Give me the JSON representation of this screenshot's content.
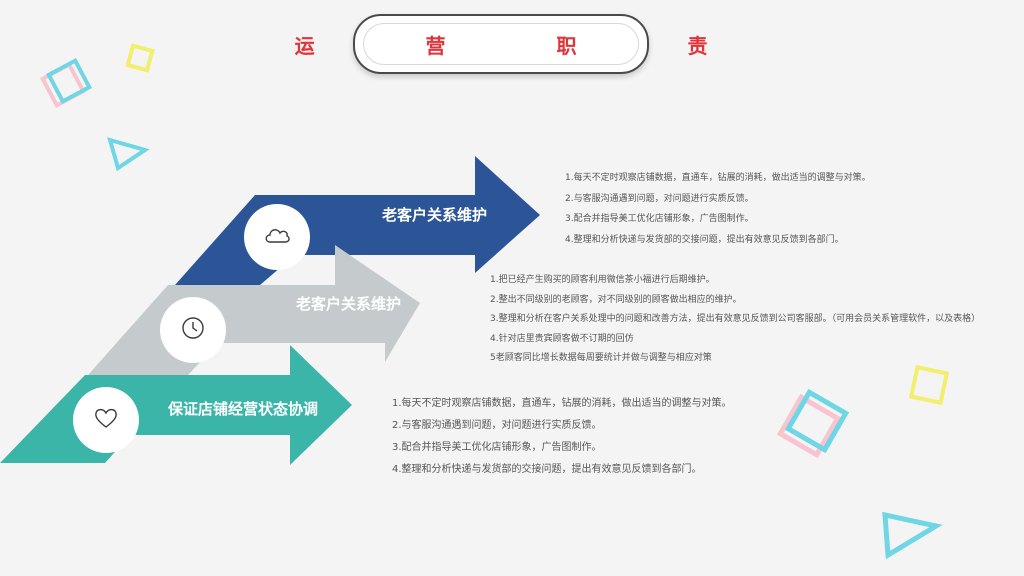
{
  "title": "运 营 职 责",
  "colors": {
    "accent_red": "#e0343a",
    "arrow_blue": "#2c5598",
    "arrow_gray": "#c5cbcc",
    "arrow_teal": "#3cb5a9",
    "deco_cyan": "#6fd6e6",
    "deco_yellow": "#f2ee6e",
    "deco_pink": "#f7c4cf"
  },
  "steps": [
    {
      "label": "老客户关系维护",
      "icon": "cloud-icon",
      "items": [
        "1.每天不定时观察店铺数据，直通车，钻展的消耗，做出适当的调整与对策。",
        "2.与客服沟通遇到问题，对问题进行实质反馈。",
        "3.配合并指导美工优化店铺形象，广告图制作。",
        "4.整理和分析快递与发货部的交接问题，提出有效意见反馈到各部门。"
      ]
    },
    {
      "label": "老客户关系维护",
      "icon": "clock-icon",
      "items": [
        "1.把已经产生购买的顾客利用微信茶小福进行后期维护。",
        "2.整出不同级别的老顾客，对不同级别的顾客做出相应的维护。",
        "3.整理和分析在客户关系处理中的问题和改善方法，提出有效意见反馈到公司客服部。（可用会员关系管理软件，以及表格）",
        "4.针对店里贵宾顾客做不订期的回仿",
        "5老顾客同比增长数据每周要统计并做与调整与相应对策"
      ]
    },
    {
      "label": "保证店铺经营状态协调",
      "icon": "heart-icon",
      "items": [
        "1.每天不定时观察店铺数据，直通车，钻展的消耗，做出适当的调整与对策。",
        "2.与客服沟通遇到问题，对问题进行实质反馈。",
        "3.配合并指导美工优化店铺形象，广告图制作。",
        "4.整理和分析快递与发货部的交接问题，提出有效意见反馈到各部门。"
      ]
    }
  ]
}
